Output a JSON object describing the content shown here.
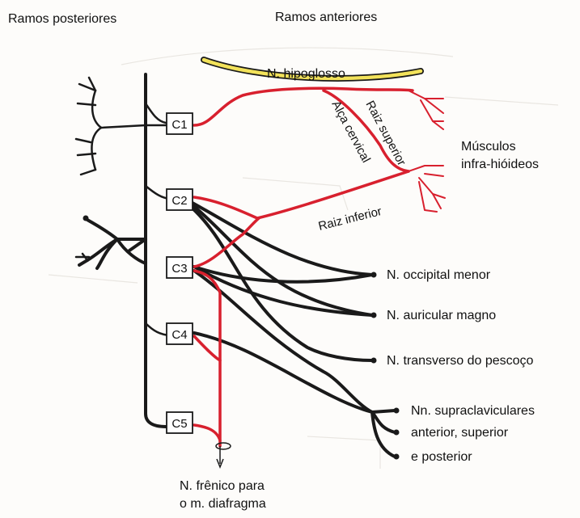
{
  "headings": {
    "posterior": "Ramos posteriores",
    "anterior": "Ramos anteriores"
  },
  "segments": {
    "c1": "C1",
    "c2": "C2",
    "c3": "C3",
    "c4": "C4",
    "c5": "C5"
  },
  "labels": {
    "hypoglossal": "N. hipoglosso",
    "ansa": "Alça cervical",
    "superior_root": "Raiz superior",
    "inferior_root": "Raiz inferior",
    "muscles_line1": "Músculos",
    "muscles_line2": "infra-hióideos",
    "lesser_occipital": "N. occipital menor",
    "great_auricular": "N. auricular magno",
    "transverse_cervical": "N. transverso do pescoço",
    "supraclav_line1": "Nn. supraclaviculares",
    "supraclav_line2": "anterior, superior",
    "supraclav_line3": "e posterior",
    "phrenic_line1": "N. frênico para",
    "phrenic_line2": "o m. diafragma"
  },
  "colors": {
    "motor_red": "#d8202e",
    "nerve_black": "#1a1a1a",
    "hypoglossal_yellow": "#f2e25a"
  }
}
